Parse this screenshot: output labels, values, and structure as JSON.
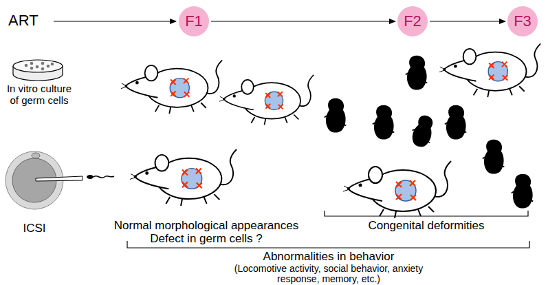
{
  "diagram": {
    "nodes": [
      {
        "text": [
          "F1"
        ]
      },
      {
        "text": [
          "F2"
        ]
      },
      {
        "text": [
          "F3"
        ]
      }
    ],
    "edges": [
      {
        "from": 0,
        "to": 1,
        "arrow": "to"
      },
      {
        "from": 1,
        "to": 2,
        "arrow": "to"
      }
    ],
    "labels": [
      "ART",
      "In vitro culture of germ cells",
      "ICSI",
      "Normal morphological appearances",
      "Defect in germ cells ?",
      "Congenital deformities",
      "Abnormalities in behavior",
      "(Locomotive activity, social behavior, anxiety response, memory, etc.)"
    ]
  }
}
